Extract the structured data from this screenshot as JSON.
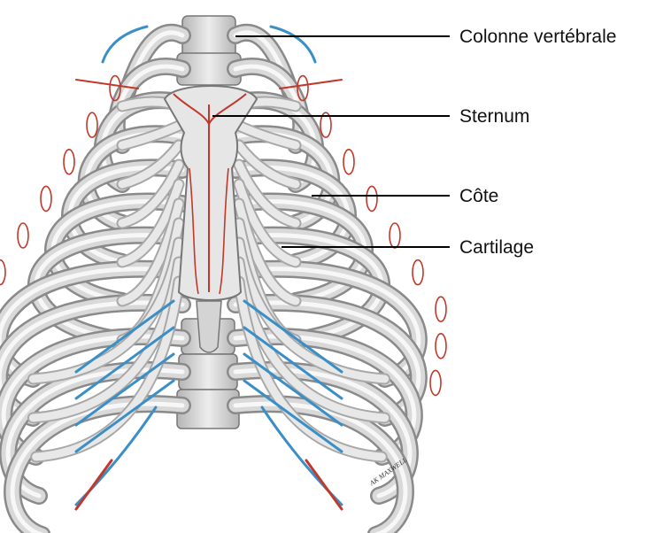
{
  "diagram": {
    "labels": [
      {
        "id": "vertebral-column",
        "text": "Colonne vertébrale"
      },
      {
        "id": "sternum",
        "text": "Sternum"
      },
      {
        "id": "rib",
        "text": "Côte"
      },
      {
        "id": "cartilage",
        "text": "Cartilage"
      }
    ],
    "artist_signature": "AK MAXWELL",
    "colors": {
      "bone": "#d9d9d9",
      "bone_dark": "#8a8a8a",
      "cartilage": "#e8e8e8",
      "muscle_red": "#c0392b",
      "ligament_blue": "#3b8fc6",
      "leader_line": "#000000"
    }
  }
}
